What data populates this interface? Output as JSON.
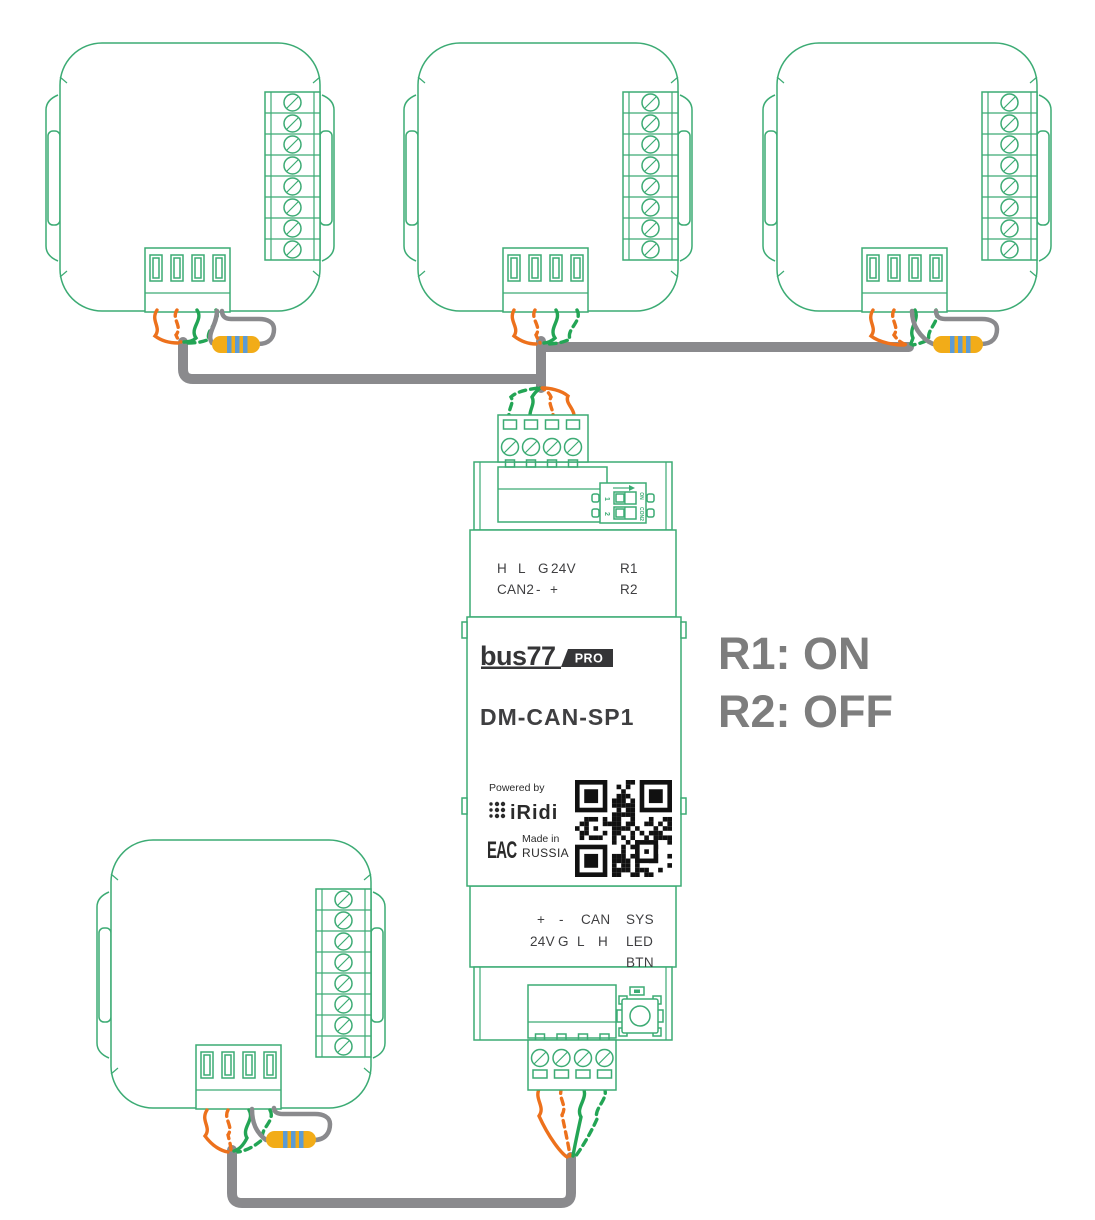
{
  "annotation": {
    "line1": "R1: ON",
    "line2": "R2: OFF"
  },
  "module": {
    "brand": "bus77",
    "badge": "PRO",
    "model": "DM-CAN-SP1",
    "powered_by": "Powered by",
    "powered_brand": "iRidi",
    "cert_mark": "EAC",
    "made_in": "Made in",
    "made_in_country": "RUSSIA",
    "top_port": {
      "h": "H",
      "l": "L",
      "g": "G",
      "v24": "24V",
      "can2": "CAN2",
      "minus": "-",
      "plus": "+",
      "r1": "R1",
      "r2": "R2"
    },
    "bottom_port": {
      "plus": "+",
      "minus": "-",
      "can": "CAN",
      "sys": "SYS",
      "v24": "24V",
      "g": "G",
      "l": "L",
      "h": "H",
      "led": "LED",
      "btn": "BTN"
    },
    "dip": {
      "sw1": "1",
      "sw2": "2",
      "on": "ON",
      "con": "CON2"
    }
  },
  "colors": {
    "device_outline": "#3CAB74",
    "wire_orange": "#ED711C",
    "wire_green": "#23A555",
    "cable_gray": "#8A8A8D",
    "resistor_body": "#F2AC18",
    "resistor_stripe": "#5B9BD5",
    "annotation_gray": "#7D7D7D",
    "label_dark": "#3F3F41"
  }
}
